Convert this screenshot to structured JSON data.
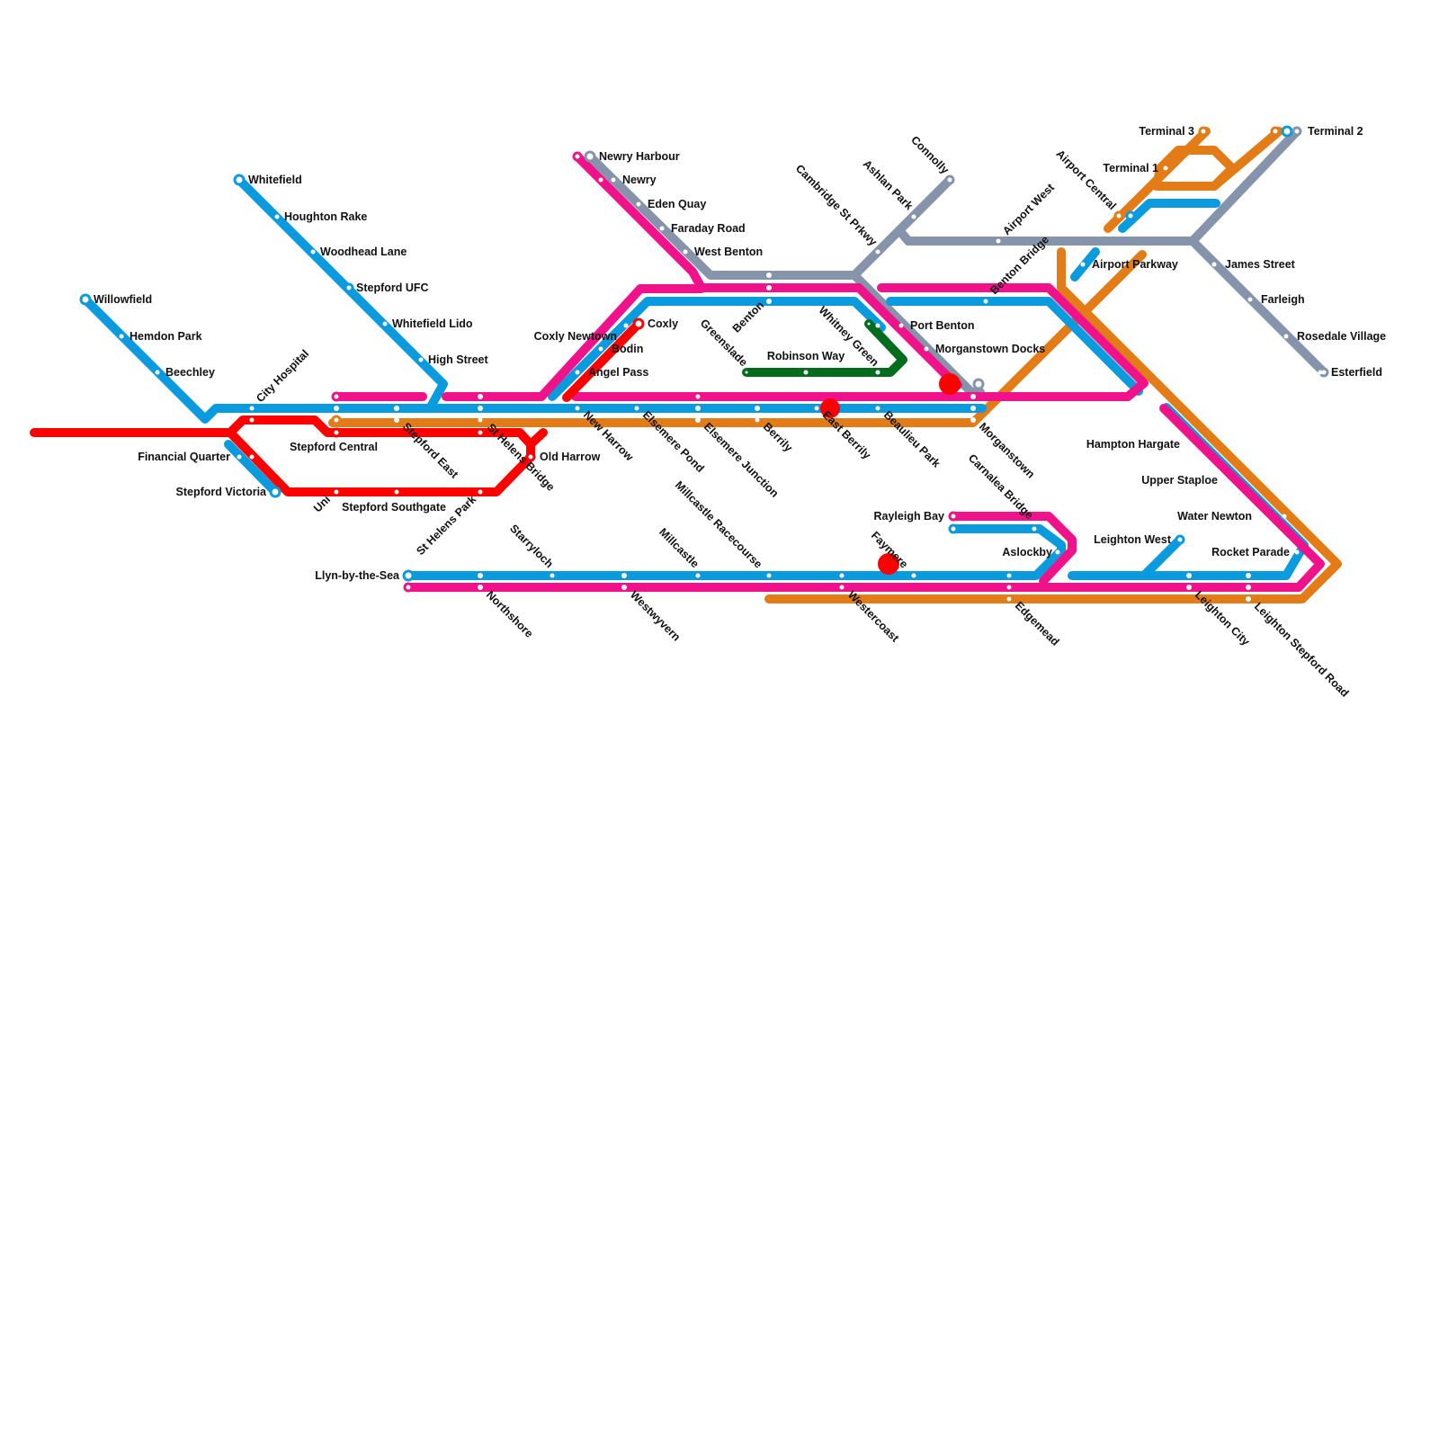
{
  "colors": {
    "blue": "#0a9bdf",
    "pink": "#f0128a",
    "red": "#fe0000",
    "orange": "#e37b16",
    "gray": "#8694ab",
    "green": "#006d1d"
  },
  "lines": [
    {
      "id": "red-line",
      "color": "red"
    },
    {
      "id": "blue-line",
      "color": "blue"
    },
    {
      "id": "pink-line",
      "color": "pink"
    },
    {
      "id": "orange-line",
      "color": "orange"
    },
    {
      "id": "gray-line",
      "color": "gray"
    },
    {
      "id": "green-line",
      "color": "green"
    }
  ],
  "stations": {
    "willowfield": "Willowfield",
    "hemdon_park": "Hemdon Park",
    "beechley": "Beechley",
    "whitefield": "Whitefield",
    "houghton_rake": "Houghton Rake",
    "woodhead_lane": "Woodhead Lane",
    "stepford_ufc": "Stepford UFC",
    "whitefield_lido": "Whitefield Lido",
    "high_street": "High Street",
    "city_hospital": "City Hospital",
    "financial_quarter": "Financial Quarter",
    "stepford_victoria": "Stepford Victoria",
    "stepford_central": "Stepford Central",
    "stepford_east": "Stepford East",
    "uni": "Uni",
    "stepford_southgate": "Stepford Southgate",
    "st_helens_park": "St Helens Park",
    "st_helens_bridge": "St Helens Bridge",
    "old_harrow": "Old Harrow",
    "newry_harbour": "Newry Harbour",
    "newry": "Newry",
    "eden_quay": "Eden Quay",
    "faraday_road": "Faraday Road",
    "west_benton": "West Benton",
    "coxly": "Coxly",
    "coxly_newtown": "Coxly Newtown",
    "bodin": "Bodin",
    "angel_pass": "Angel Pass",
    "benton": "Benton",
    "greenslade": "Greenslade",
    "robinson_way": "Robinson Way",
    "whitney_green": "Whitney Green",
    "cambridge_st_prkwy": "Cambridge St Prkwy",
    "ashlan_park": "Ashlan Park",
    "connolly": "Connolly",
    "airport_west": "Airport West",
    "benton_bridge": "Benton Bridge",
    "port_benton": "Port Benton",
    "morganstown_docks": "Morganstown Docks",
    "new_harrow": "New Harrow",
    "elsemere_pond": "Elsemere Pond",
    "elsemere_junction": "Elsemere Junction",
    "berrily": "Berrily",
    "east_berrily": "East Berrily",
    "beaulieu_park": "Beaulieu Park",
    "morganstown": "Morganstown",
    "carnalea_bridge": "Carnalea Bridge",
    "millcastle_racecourse": "Millcastle Racecourse",
    "starryloch": "Starryloch",
    "millcastle": "Millcastle",
    "llyn_by_the_sea": "Llyn-by-the-Sea",
    "northshore": "Northshore",
    "westwyvern": "Westwyvern",
    "westercoast": "Westercoast",
    "faymere": "Faymere",
    "rayleigh_bay": "Rayleigh Bay",
    "aslockby": "Aslockby",
    "edgemead": "Edgemead",
    "terminal_3": "Terminal 3",
    "terminal_1": "Terminal 1",
    "terminal_2": "Terminal 2",
    "airport_central": "Airport Central",
    "airport_parkway": "Airport Parkway",
    "james_street": "James Street",
    "farleigh": "Farleigh",
    "rosedale_village": "Rosedale Village",
    "esterfield": "Esterfield",
    "hampton_hargate": "Hampton Hargate",
    "upper_staploe": "Upper Staploe",
    "water_newton": "Water Newton",
    "rocket_parade": "Rocket Parade",
    "leighton_west": "Leighton West",
    "leighton_city": "Leighton City",
    "leighton_stepford_road": "Leighton Stepford Road"
  }
}
